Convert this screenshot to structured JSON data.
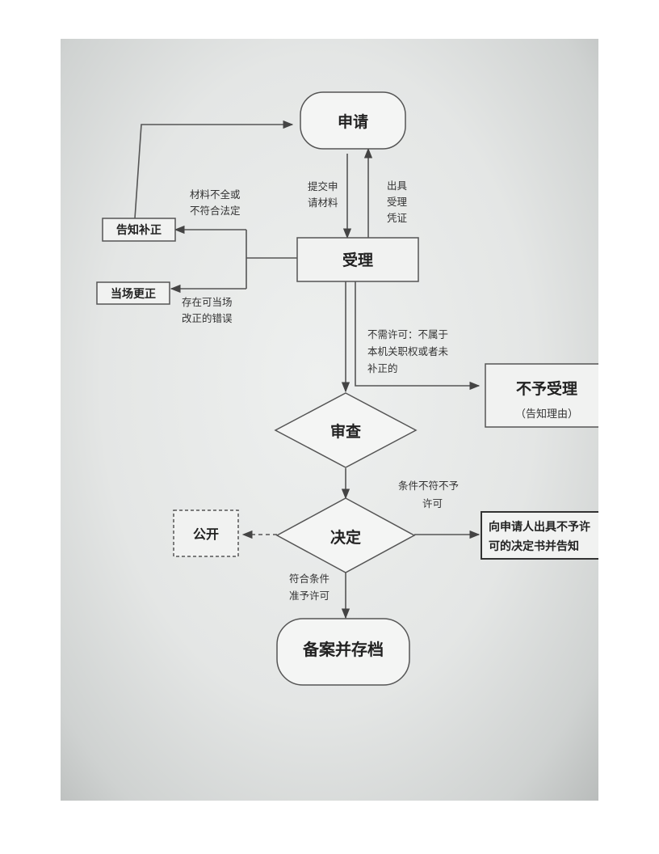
{
  "nodes": {
    "apply": "申请",
    "accept": "受理",
    "notify_correct": "告知补正",
    "correct_onsite": "当场更正",
    "reject_title": "不予受理",
    "reject_sub": "（告知理由）",
    "review": "审查",
    "decide": "决定",
    "publish": "公开",
    "deny_line1": "向申请人出具不予许",
    "deny_line2": "可的决定书并告知",
    "archive": "备案并存档"
  },
  "labels": {
    "submit_1": "提交申",
    "submit_2": "请材料",
    "issue_1": "出具",
    "issue_2": "受理",
    "issue_3": "凭证",
    "incomplete_1": "材料不全或",
    "incomplete_2": "不符合法定",
    "fixable_1": "存在可当场",
    "fixable_2": "改正的错误",
    "noneed_1": "不需许可：不属于",
    "noneed_2": "本机关职权或者未",
    "noneed_3": "补正的",
    "notmet_1": "条件不符不予",
    "notmet_2": "许可",
    "met_1": "符合条件",
    "met_2": "准予许可"
  }
}
